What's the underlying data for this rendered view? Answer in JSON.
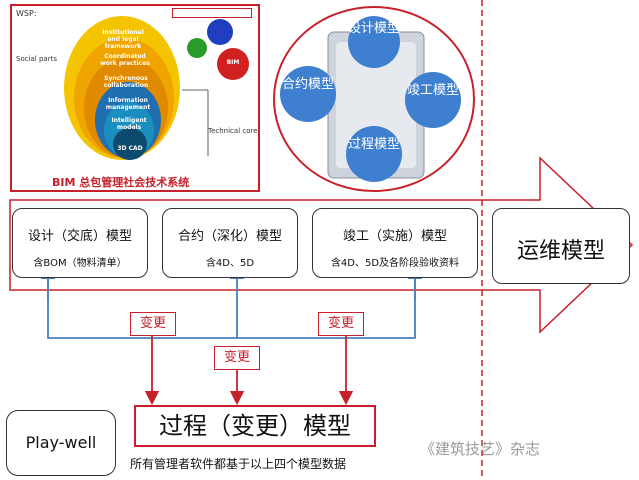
{
  "inset": {
    "header": "WSP:",
    "side_left": "Social parts",
    "side_right": "Technical core",
    "top_box": "",
    "rings": [
      "Institutional and legal framework",
      "Coordinated work practices",
      "Synchronous collaboration",
      "Information management",
      "Intelligent models",
      "3D CAD"
    ],
    "gear_label": "BIM",
    "caption": "BIM 总包管理社会技术系统"
  },
  "bubbles": [
    "设计模型",
    "合约模型",
    "竣工模型",
    "过程模型"
  ],
  "cards": [
    {
      "title": "设计（交底）模型",
      "subtitle": "含BOM（物料清单）"
    },
    {
      "title": "合约（深化）模型",
      "subtitle": "含4D、5D"
    },
    {
      "title": "竣工（实施）模型",
      "subtitle": "含4D、5D及各阶段验收资料"
    }
  ],
  "ops_label": "运维模型",
  "change_labels": [
    "变更",
    "变更",
    "变更"
  ],
  "process_model": "过程（变更）模型",
  "playwell": "Play-well",
  "footnote": "所有管理者软件都基于以上四个模型数据",
  "watermark": "《建筑技艺》杂志",
  "colors": {
    "red": "#c8202a",
    "blue": "#4a7fc1",
    "bubble": "#3f7fd0"
  }
}
